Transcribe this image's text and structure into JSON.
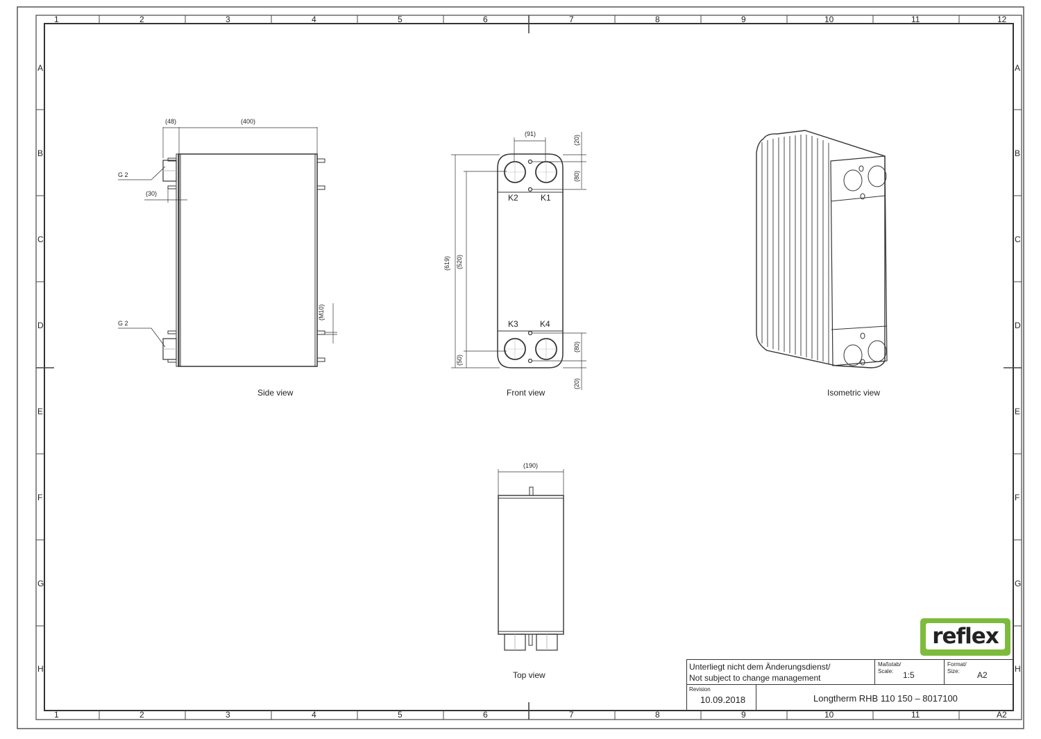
{
  "drawing": {
    "frame_columns": [
      "1",
      "2",
      "3",
      "4",
      "5",
      "6",
      "7",
      "8",
      "9",
      "10",
      "11",
      "12"
    ],
    "frame_rows": [
      "A",
      "B",
      "C",
      "D",
      "E",
      "F",
      "G",
      "H"
    ],
    "bottom_last_label": "A2"
  },
  "views": {
    "side": {
      "caption": "Side view",
      "connection_top": "G 2",
      "connection_bottom": "G 2",
      "dim_48": "(48)",
      "dim_400": "(400)",
      "dim_30": "(30)",
      "dim_m10": "(M10)"
    },
    "front": {
      "caption": "Front view",
      "dim_91": "(91)",
      "dim_20_top": "(20)",
      "dim_80_top": "(80)",
      "dim_619": "(619)",
      "dim_520": "(520)",
      "dim_50": "(50)",
      "dim_80_bottom": "(80)",
      "dim_20_bottom": "(20)",
      "ports": {
        "k1": "K1",
        "k2": "K2",
        "k3": "K3",
        "k4": "K4"
      }
    },
    "isometric": {
      "caption": "Isometric view"
    },
    "top": {
      "caption": "Top view",
      "dim_190": "(190)"
    }
  },
  "logo": {
    "text": "reflex",
    "color": "#7dbb3c"
  },
  "title_block": {
    "notice_de": "Unterliegt nicht dem Änderungsdienst/",
    "notice_en": "Not subject to change management",
    "scale_label_de": "Maßstab/",
    "scale_label_en": "Scale:",
    "scale_value": "1:5",
    "format_label_de": "Format/",
    "format_label_en": "Size:",
    "format_value": "A2",
    "revision_label": "Revision",
    "revision_date": "10.09.2018",
    "title": "Longtherm RHB 110 150 – 8017100"
  }
}
